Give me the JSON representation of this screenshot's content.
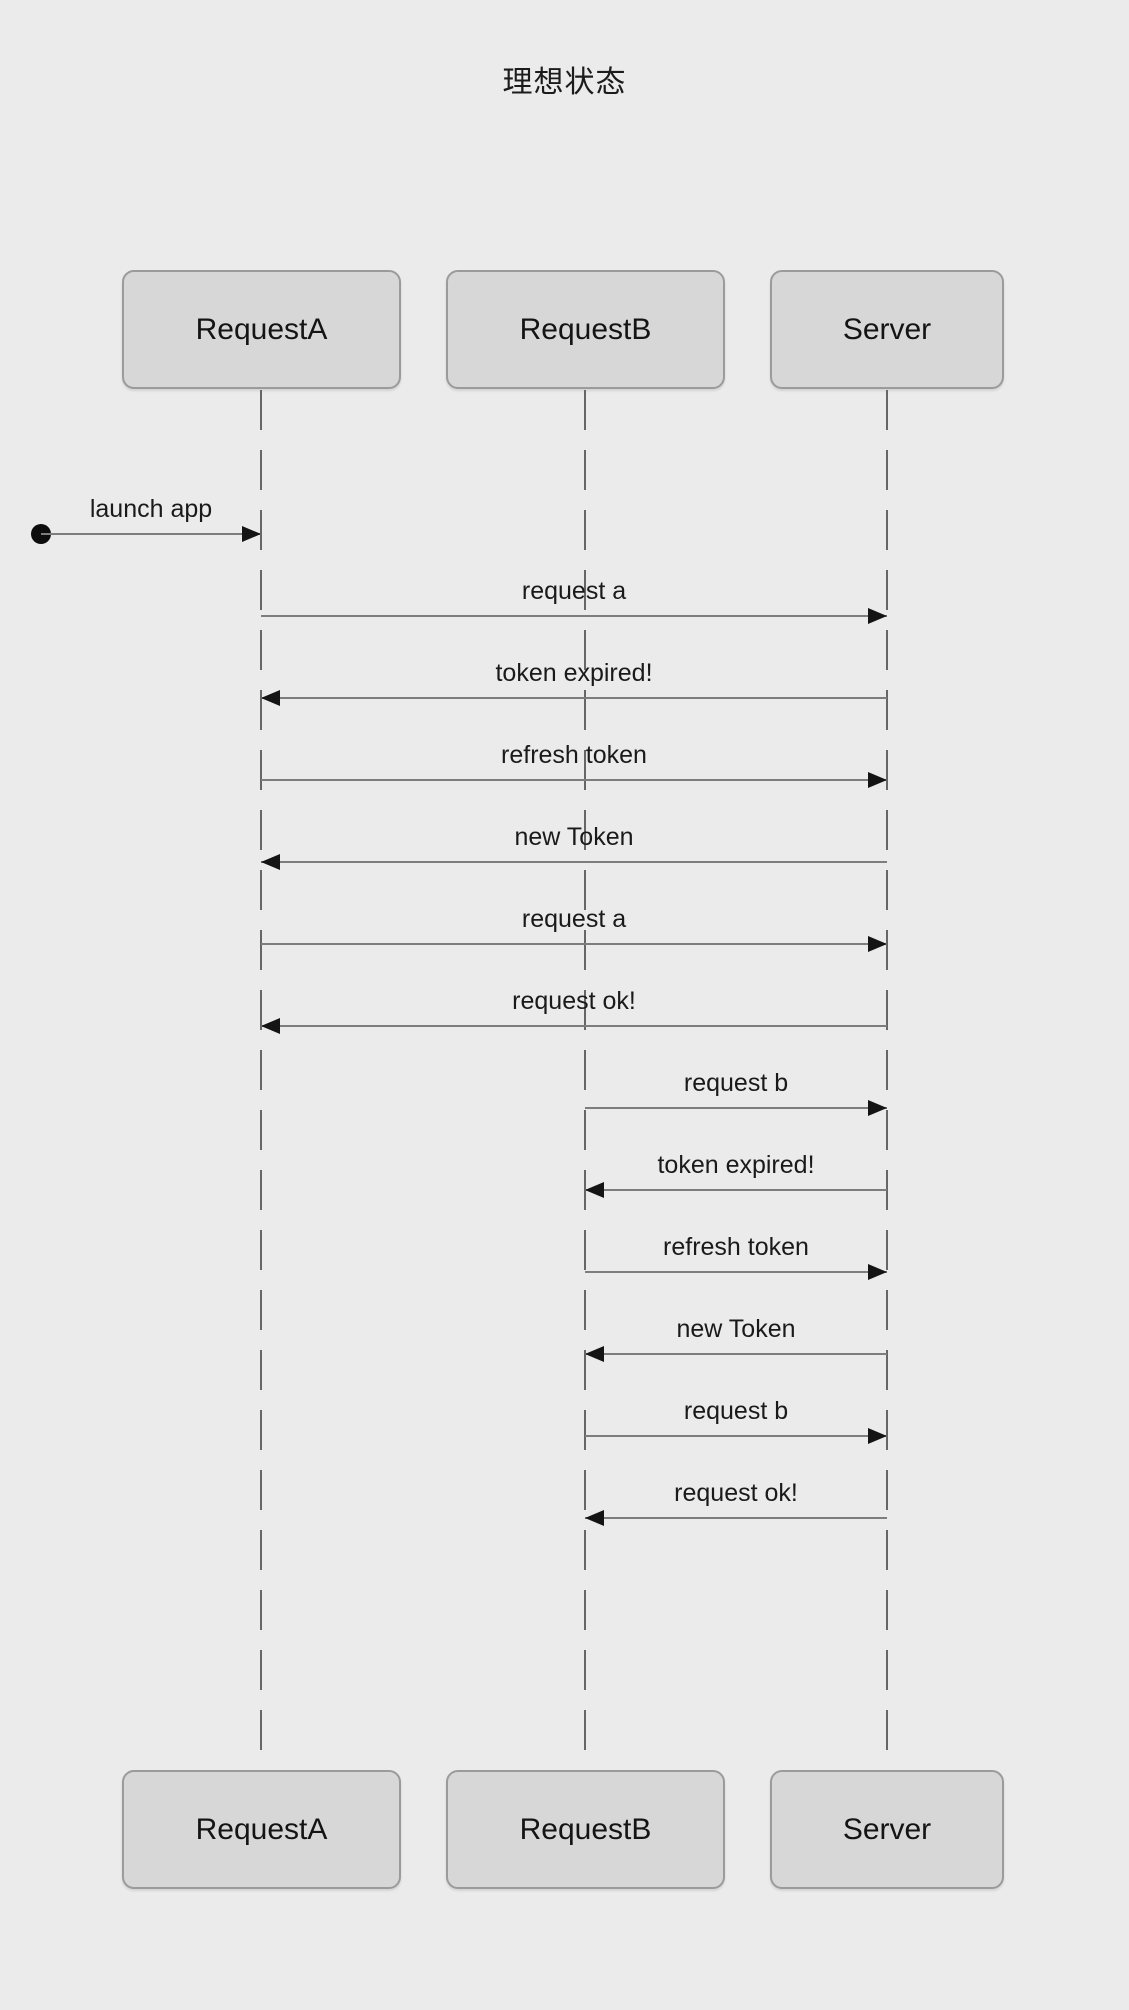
{
  "title": "理想状态",
  "actors": [
    {
      "id": "RequestA",
      "label": "RequestA"
    },
    {
      "id": "RequestB",
      "label": "RequestB"
    },
    {
      "id": "Server",
      "label": "Server"
    }
  ],
  "start_node": {
    "shape": "filled-circle",
    "meaning": "initial state"
  },
  "messages": [
    {
      "from": "start",
      "to": "RequestA",
      "label": "launch app"
    },
    {
      "from": "RequestA",
      "to": "Server",
      "label": "request a"
    },
    {
      "from": "Server",
      "to": "RequestA",
      "label": "token expired!"
    },
    {
      "from": "RequestA",
      "to": "Server",
      "label": "refresh token"
    },
    {
      "from": "Server",
      "to": "RequestA",
      "label": "new Token"
    },
    {
      "from": "RequestA",
      "to": "Server",
      "label": "request a"
    },
    {
      "from": "Server",
      "to": "RequestA",
      "label": "request ok!"
    },
    {
      "from": "RequestB",
      "to": "Server",
      "label": "request b"
    },
    {
      "from": "Server",
      "to": "RequestB",
      "label": "token expired!"
    },
    {
      "from": "RequestB",
      "to": "Server",
      "label": "refresh token"
    },
    {
      "from": "Server",
      "to": "RequestB",
      "label": "new Token"
    },
    {
      "from": "RequestB",
      "to": "Server",
      "label": "request b"
    },
    {
      "from": "Server",
      "to": "RequestB",
      "label": "request ok!"
    }
  ],
  "palette": {
    "background": "#ebebeb",
    "actor_fill": "#d7d7d7",
    "actor_border": "#9b9b9b",
    "lifeline": "#666666",
    "arrow_line": "#7d7d7d",
    "arrowhead": "#141414",
    "text": "#1c1c1c"
  }
}
